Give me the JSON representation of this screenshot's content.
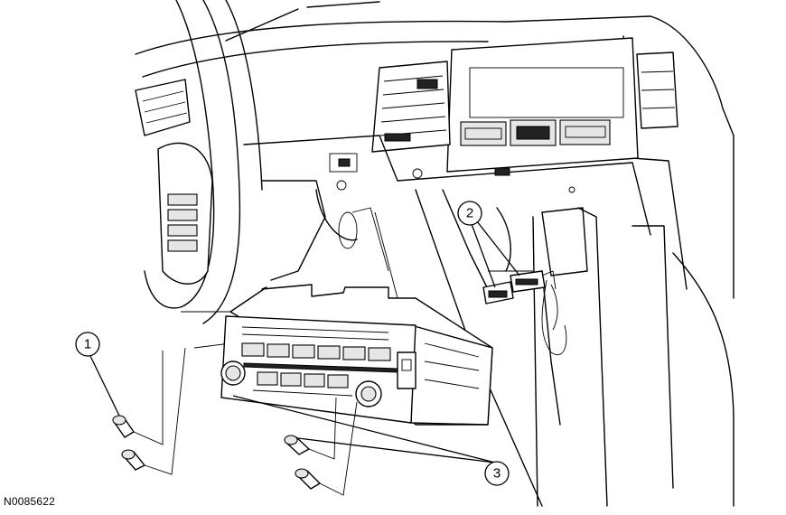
{
  "callouts": [
    {
      "id": "1",
      "label": "1"
    },
    {
      "id": "2",
      "label": "2"
    },
    {
      "id": "3",
      "label": "3"
    }
  ],
  "figure_id": "N0085622"
}
